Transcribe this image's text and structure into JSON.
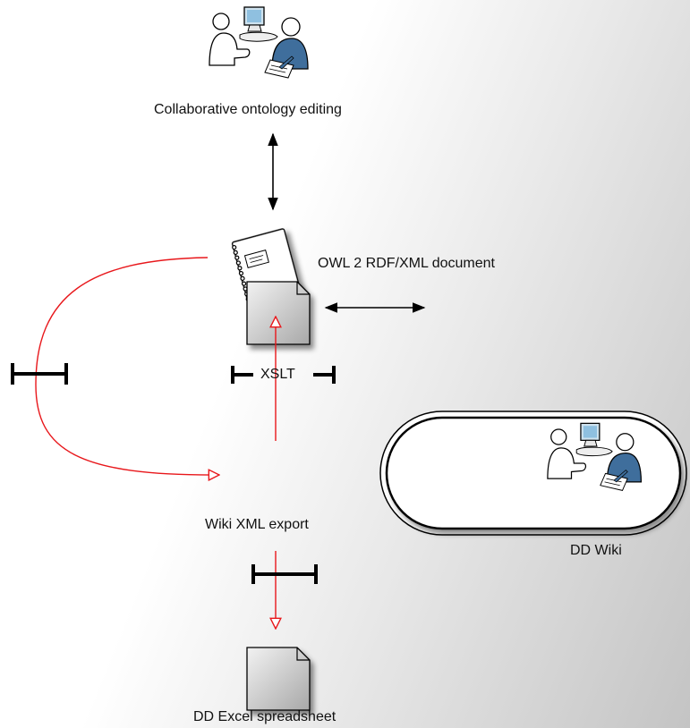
{
  "labels": {
    "collab": "Collaborative ontology editing",
    "owl": "OWL 2 RDF/XML document",
    "xslt": "XSLT",
    "wiki_export": "Wiki XML export",
    "dd_wiki": "DD Wiki",
    "excel": "DD Excel spreadsheet"
  },
  "icons": {
    "people_top": "collaboration-people-icon",
    "notebook": "notebook-document-icon",
    "export_doc": "document-icon",
    "excel_doc": "document-icon",
    "people_wiki": "collaboration-people-icon"
  },
  "colors": {
    "transform_edge": "#e8171b",
    "link_edge": "#000000",
    "doc_fill": "#d0d0d0",
    "person_blue": "#3f6e9c"
  }
}
